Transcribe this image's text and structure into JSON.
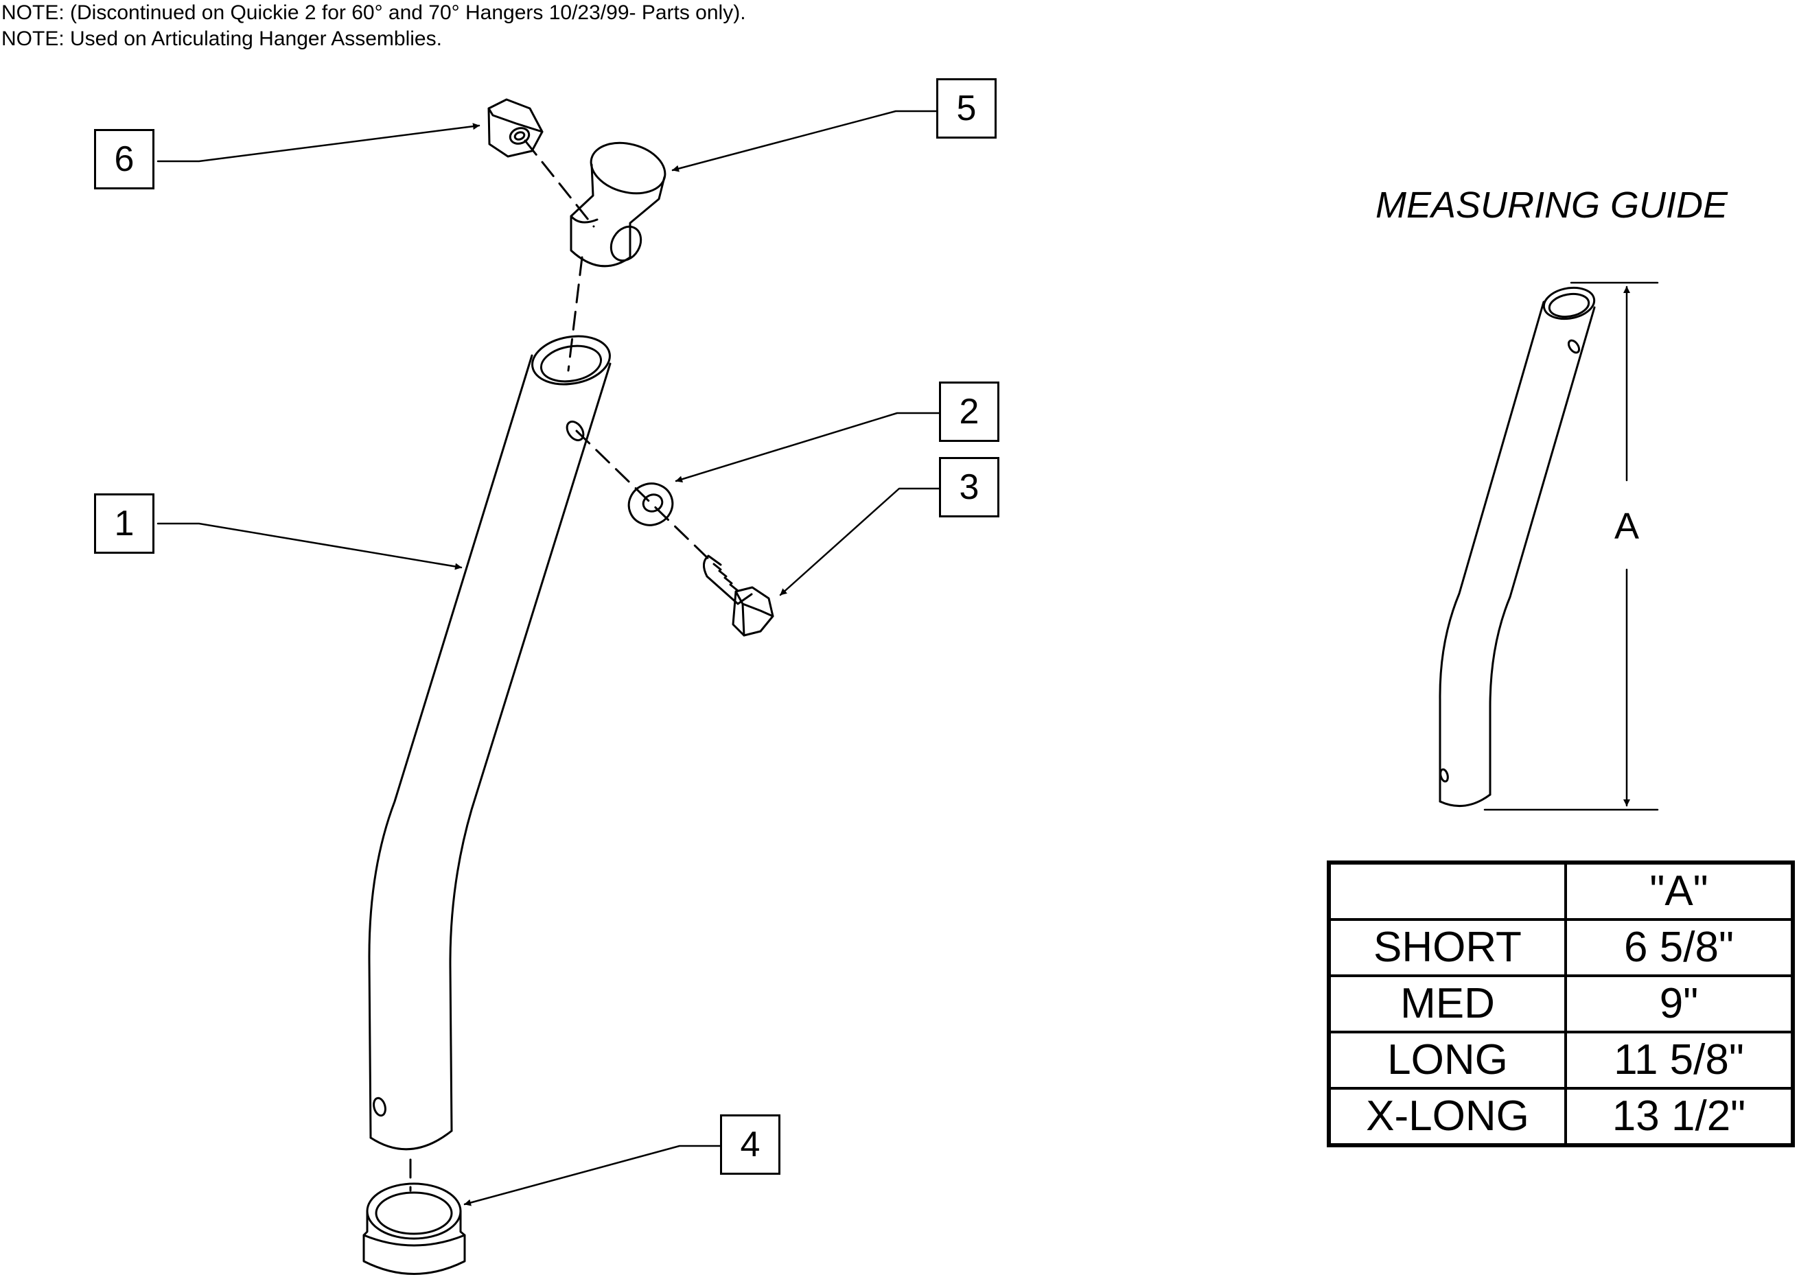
{
  "notes": [
    "NOTE: (Discontinued on Quickie 2 for 60° and 70° Hangers 10/23/99- Parts only).",
    "NOTE: Used on Articulating Hanger Assemblies."
  ],
  "callouts": {
    "tube": "1",
    "washer": "2",
    "bolt": "3",
    "bushing": "4",
    "pivot_cap": "5",
    "nut": "6"
  },
  "measuring_guide": {
    "title": "MEASURING GUIDE",
    "dimension_label": "A"
  },
  "size_table": {
    "header": [
      "",
      "\"A\""
    ],
    "rows": [
      {
        "size": "SHORT",
        "length": "6 5/8\""
      },
      {
        "size": "MED",
        "length": "9\""
      },
      {
        "size": "LONG",
        "length": "11 5/8\""
      },
      {
        "size": "X-LONG",
        "length": "13 1/2\""
      }
    ]
  }
}
